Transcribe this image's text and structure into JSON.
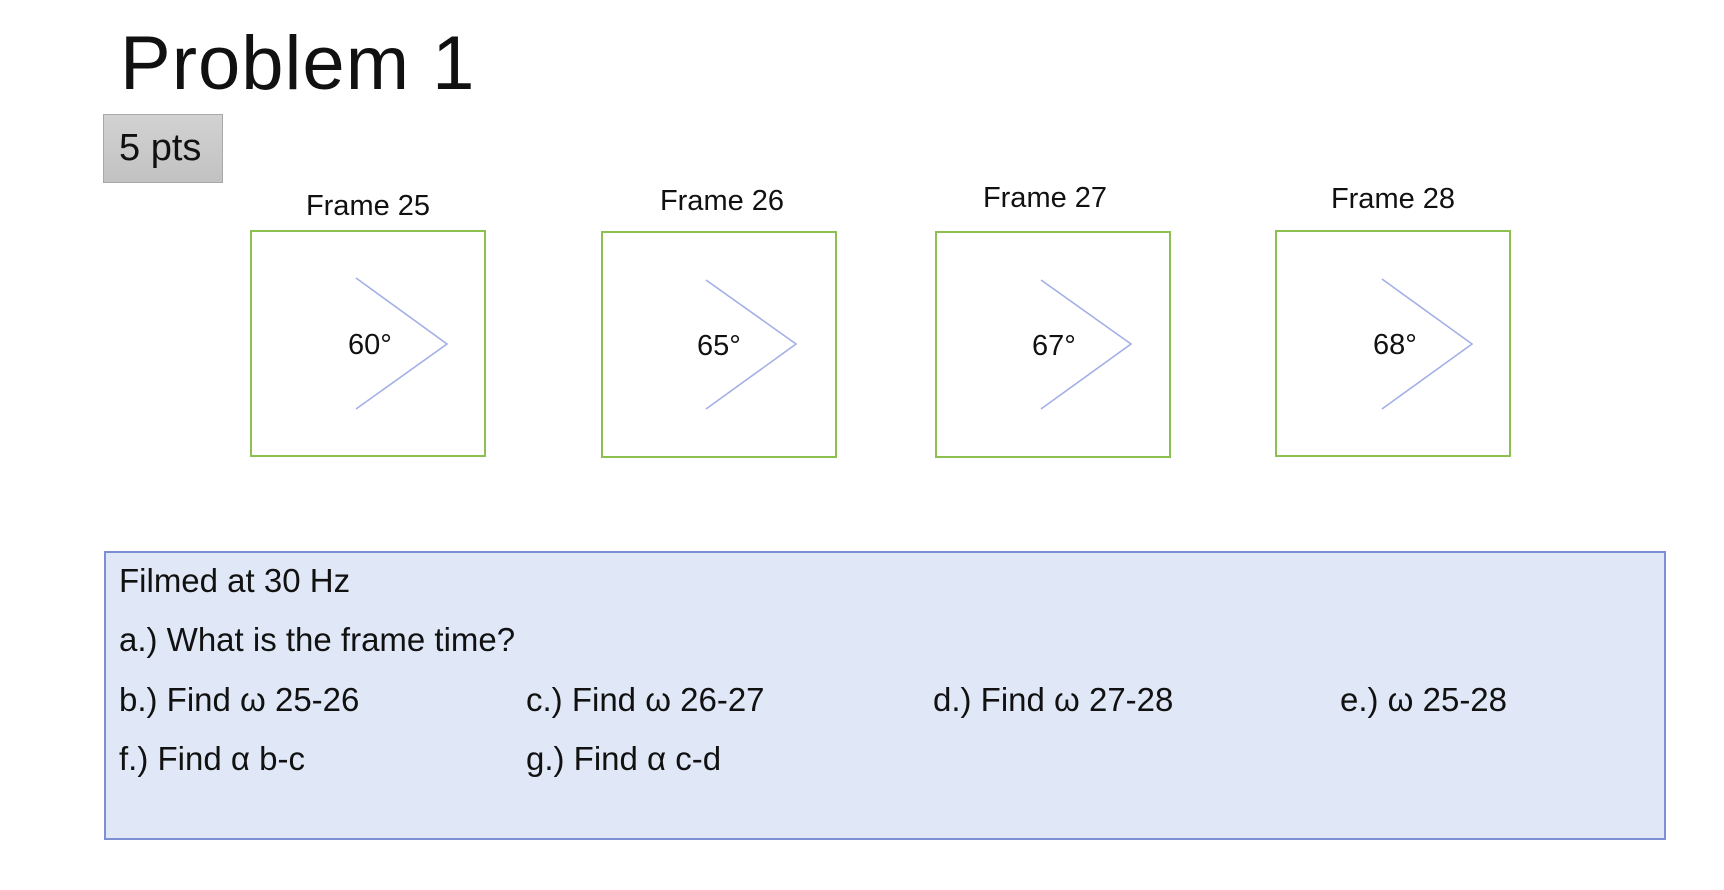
{
  "slide": {
    "title": "Problem 1",
    "points_badge": "5 pts"
  },
  "frames": [
    {
      "label": "Frame 25",
      "angle": "60°"
    },
    {
      "label": "Frame 26",
      "angle": "65°"
    },
    {
      "label": "Frame 27",
      "angle": "67°"
    },
    {
      "label": "Frame 28",
      "angle": "68°"
    }
  ],
  "questions": {
    "intro": "Filmed at 30 Hz",
    "a": "a.) What is the frame time?",
    "b": "b.) Find ω 25-26",
    "c": "c.) Find ω 26-27",
    "d": "d.) Find ω 27-28",
    "e": "e.) ω 25-28",
    "f": "f.) Find α b-c",
    "g": "g.) Find α c-d"
  },
  "colors": {
    "frame_border": "#8cc152",
    "chevron": "#a3b0e6",
    "question_box_bg": "#e0e8f7",
    "question_box_border": "#7f8fd6",
    "badge_bg": "#c8c8c8"
  }
}
